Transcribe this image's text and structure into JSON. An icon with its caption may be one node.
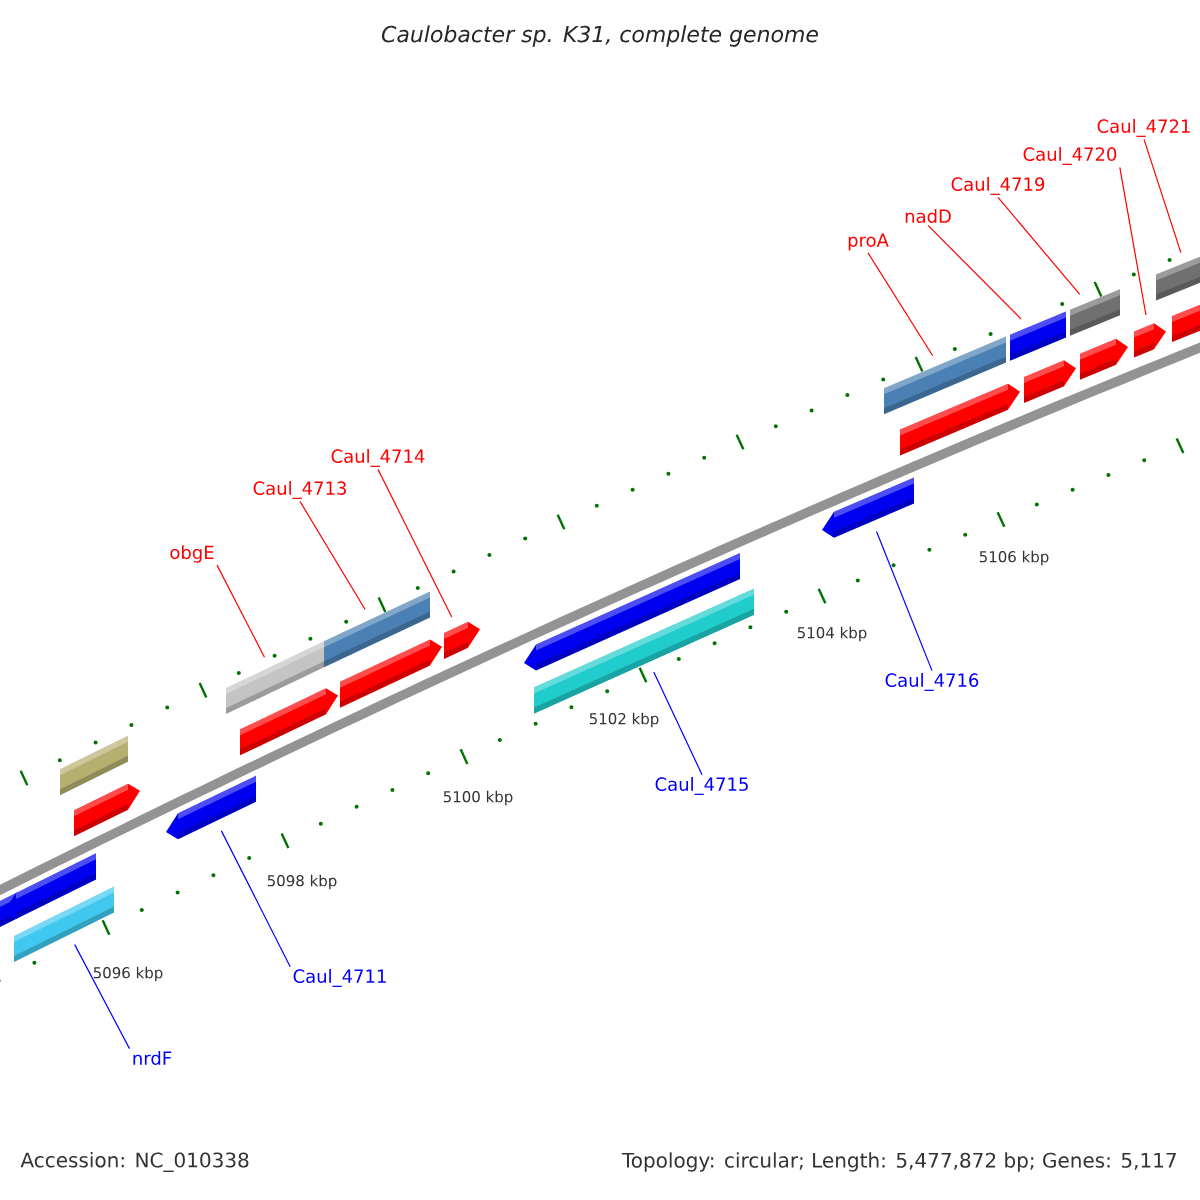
{
  "diagram": {
    "title": "Caulobacter sp. K31, complete genome",
    "nodes": [
      {
        "text": [
          "Caul_4721"
        ]
      },
      {
        "text": [
          "Caul_4720"
        ]
      },
      {
        "text": [
          "Caul_4719"
        ]
      },
      {
        "text": [
          "nadD"
        ]
      },
      {
        "text": [
          "proA"
        ]
      },
      {
        "text": [
          "Caul_4714"
        ]
      },
      {
        "text": [
          "Caul_4713"
        ]
      },
      {
        "text": [
          "obgE"
        ]
      },
      {
        "text": [
          "Caul_4716"
        ]
      },
      {
        "text": [
          "Caul_4715"
        ]
      },
      {
        "text": [
          "Caul_4711"
        ]
      },
      {
        "text": [
          "nrdF"
        ]
      },
      {
        "text": [],
        "shape": "bar"
      },
      {
        "text": [],
        "shape": "arrow"
      },
      {
        "text": [],
        "shape": "bar"
      },
      {
        "text": [],
        "shape": "bar"
      },
      {
        "text": [],
        "shape": "bar"
      },
      {
        "text": [],
        "shape": "arrow"
      },
      {
        "text": [],
        "shape": "bar"
      },
      {
        "text": [],
        "shape": "bar"
      },
      {
        "text": [],
        "shape": "arrow"
      },
      {
        "text": [],
        "shape": "bar"
      },
      {
        "text": [],
        "shape": "arrow"
      },
      {
        "text": [],
        "shape": "bar"
      }
    ],
    "edges": [
      {
        "from": 0,
        "to": 12,
        "arrow": "none"
      },
      {
        "from": 1,
        "to": 13,
        "arrow": "none"
      },
      {
        "from": 2,
        "to": 14,
        "arrow": "none"
      },
      {
        "from": 3,
        "to": 15,
        "arrow": "none"
      },
      {
        "from": 4,
        "to": 16,
        "arrow": "none"
      },
      {
        "from": 5,
        "to": 17,
        "arrow": "none"
      },
      {
        "from": 6,
        "to": 18,
        "arrow": "none"
      },
      {
        "from": 7,
        "to": 19,
        "arrow": "none"
      },
      {
        "from": 8,
        "to": 20,
        "arrow": "none",
        "color": "#0000ff"
      },
      {
        "from": 9,
        "to": 21,
        "arrow": "none",
        "color": "#0000ff"
      },
      {
        "from": 10,
        "to": 22,
        "arrow": "none",
        "color": "#0000ff"
      },
      {
        "from": 11,
        "to": 23,
        "arrow": "none",
        "color": "#0000ff"
      }
    ],
    "labels": [
      "5106 kbp",
      "5104 kbp",
      "5102 kbp",
      "5100 kbp",
      "5098 kbp",
      "5096 kbp",
      "Accession: NC_010338",
      "Topology: circular; Length: 5,477,872 bp; Genes: 5,117"
    ]
  }
}
